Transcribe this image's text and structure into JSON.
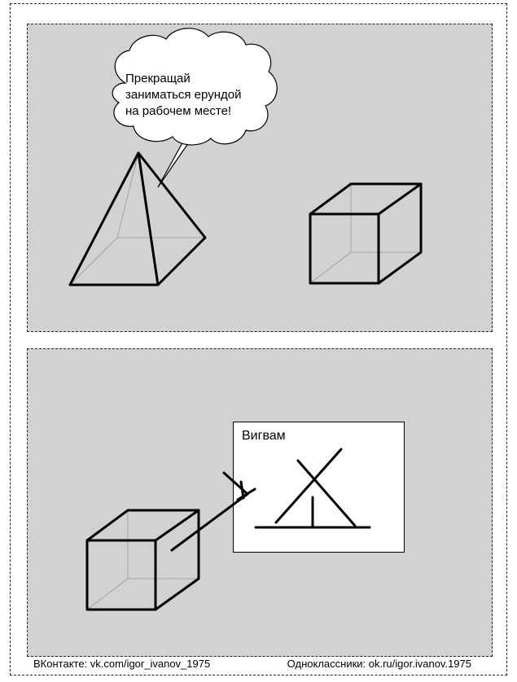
{
  "panel1": {
    "speech_bubble": {
      "lines": [
        "Прекращай",
        "заниматься ерундой",
        "на рабочем месте!"
      ]
    }
  },
  "panel2": {
    "sign": {
      "title": "Вигвам"
    }
  },
  "footer": {
    "vk": "ВКонтакте:  vk.com/igor_ivanov_1975",
    "ok": "Одноклассники:  ok.ru/igor.ivanov.1975"
  }
}
